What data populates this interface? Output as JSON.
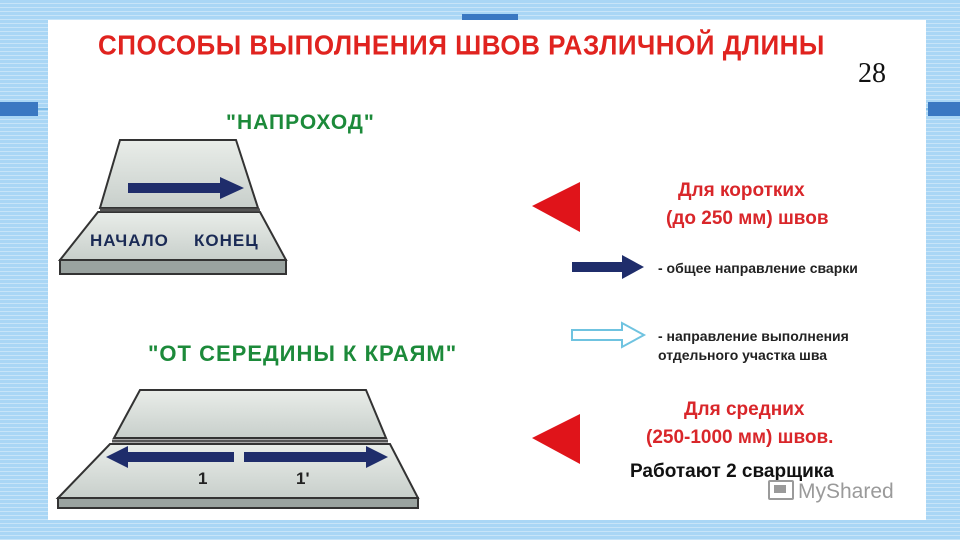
{
  "title": "СПОСОБЫ ВЫПОЛНЕНИЯ ШВОВ РАЗЛИЧНОЙ ДЛИНЫ",
  "page_number": "28",
  "method1": {
    "heading": "\"НАПРОХОД\"",
    "start_label": "НАЧАЛО",
    "end_label": "КОНЕЦ"
  },
  "method2": {
    "heading": "\"ОТ СЕРЕДИНЫ К КРАЯМ\"",
    "left_num": "1",
    "right_num": "1'"
  },
  "short_seams": {
    "line1": "Для коротких",
    "line2": "(до 250 мм) швов"
  },
  "legend": {
    "general_direction": "- общее направление сварки",
    "section_direction_line1": "- направление выполнения",
    "section_direction_line2": "отдельного участка шва"
  },
  "medium_seams": {
    "line1": "Для средних",
    "line2": "(250-1000 мм) швов."
  },
  "workers": "Работают 2 сварщика",
  "watermark": "MyShared",
  "colors": {
    "title_red": "#e0231f",
    "heading_green": "#1c8a3a",
    "arrow_navy": "#1f2d6b",
    "pointer_red": "#e0141a",
    "hollow_arrow": "#6fc3e0",
    "background_blue": "#a9d6f5"
  },
  "icons": [
    "red-triangle-pointer-icon",
    "navy-solid-arrow-icon",
    "hollow-arrow-icon",
    "myshared-logo-icon"
  ]
}
